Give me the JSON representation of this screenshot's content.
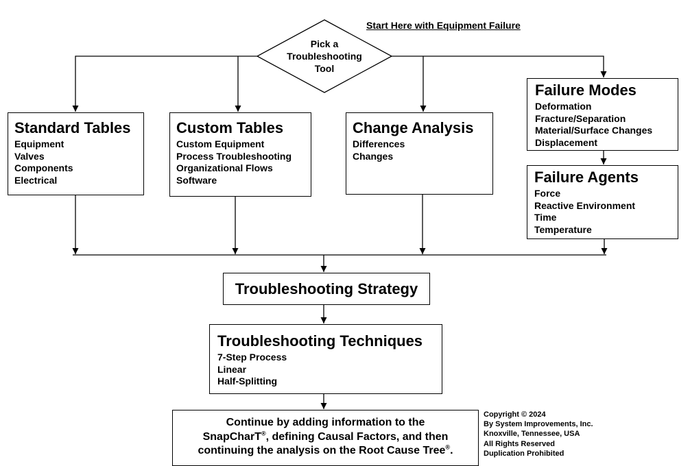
{
  "start_label": "Start Here with Equipment Failure",
  "decision": {
    "lines": [
      "Pick a",
      "Troubleshooting",
      "Tool"
    ]
  },
  "standard_tables": {
    "title": "Standard Tables",
    "items": [
      "Equipment",
      "Valves",
      "Components",
      "Electrical"
    ]
  },
  "custom_tables": {
    "title": "Custom Tables",
    "items": [
      "Custom Equipment",
      "Process Troubleshooting",
      "Organizational Flows",
      "Software"
    ]
  },
  "change_analysis": {
    "title": "Change Analysis",
    "items": [
      "Differences",
      "Changes"
    ]
  },
  "failure_modes": {
    "title": "Failure Modes",
    "items": [
      "Deformation",
      "Fracture/Separation",
      "Material/Surface Changes",
      "Displacement"
    ]
  },
  "failure_agents": {
    "title": "Failure Agents",
    "items": [
      "Force",
      "Reactive Environment",
      "Time",
      "Temperature"
    ]
  },
  "strategy": {
    "title": "Troubleshooting Strategy"
  },
  "techniques": {
    "title": "Troubleshooting Techniques",
    "items": [
      "7-Step Process",
      "Linear",
      "Half-Splitting"
    ]
  },
  "continue": {
    "part1": "Continue by adding information to the",
    "snapchart": "SnapCharT",
    "part2": ", defining Causal Factors, and then",
    "part3": "continuing the analysis on the Root Cause Tree",
    "part4": ".",
    "reg": "®"
  },
  "copyright": [
    "Copyright © 2024",
    "By System Improvements, Inc.",
    "Knoxville, Tennessee, USA",
    "All Rights Reserved",
    "Duplication Prohibited"
  ],
  "colors": {
    "line": "#000000",
    "background": "#ffffff"
  }
}
